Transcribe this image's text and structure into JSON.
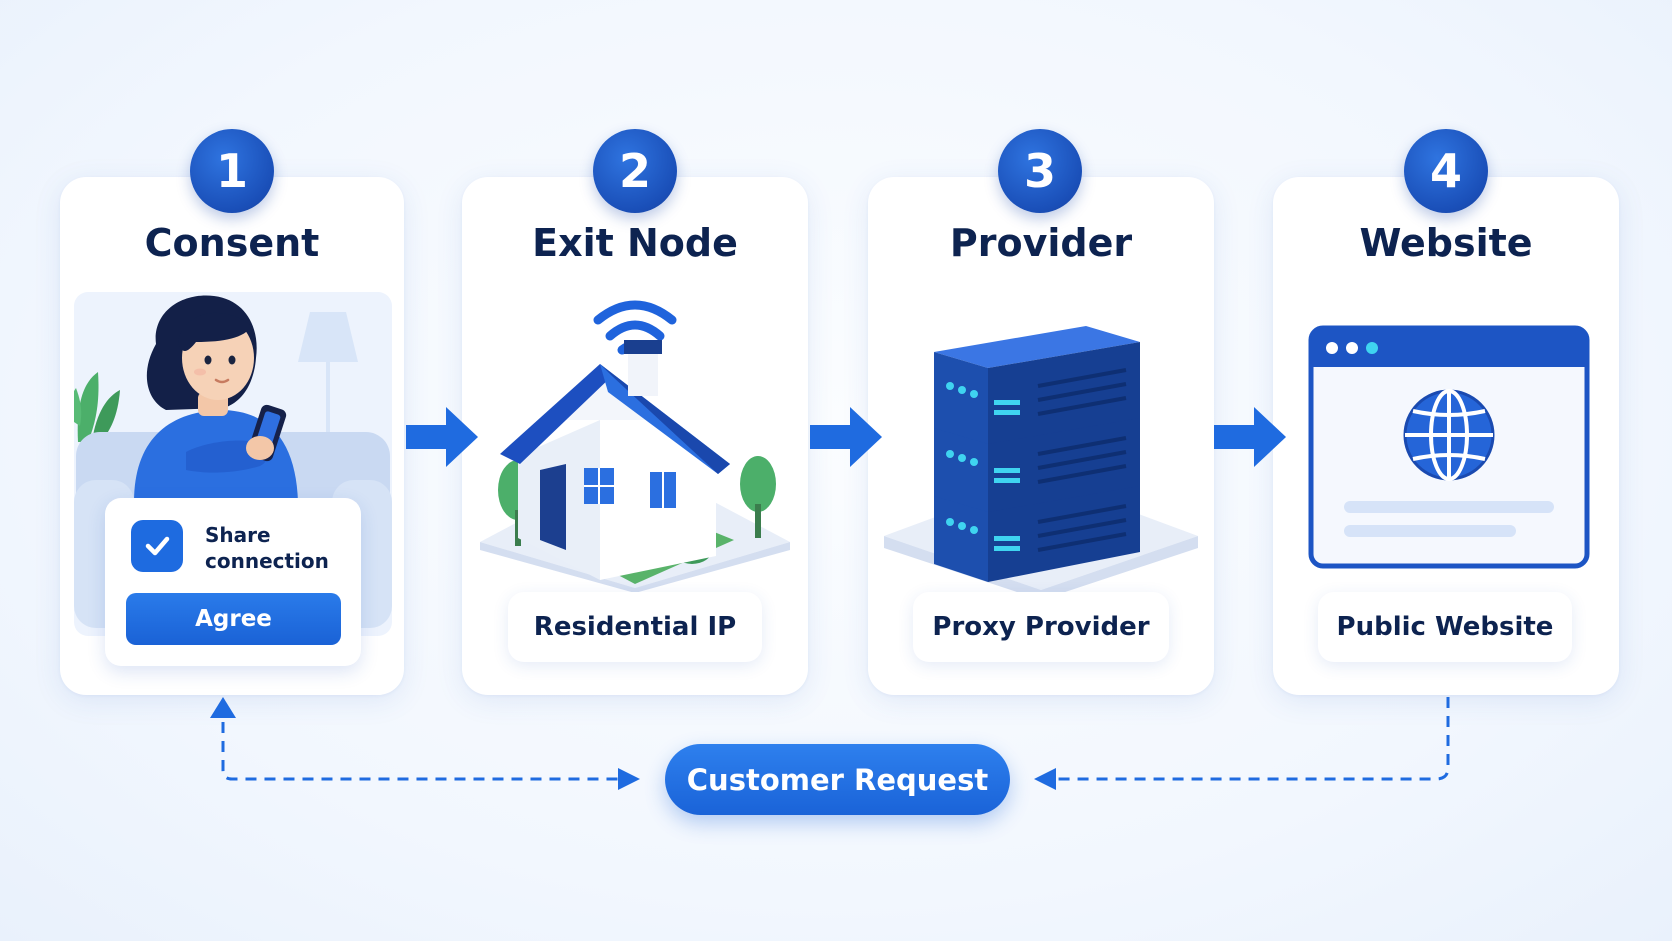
{
  "steps": [
    {
      "number": "1",
      "title": "Consent"
    },
    {
      "number": "2",
      "title": "Exit Node",
      "label": "Residential IP"
    },
    {
      "number": "3",
      "title": "Provider",
      "label": "Proxy Provider"
    },
    {
      "number": "4",
      "title": "Website",
      "label": "Public Website"
    }
  ],
  "consent_dialog": {
    "text": "Share connection",
    "button": "Agree"
  },
  "customer_request": "Customer Request",
  "colors": {
    "primary": "#1e6be0",
    "dark_navy": "#0d2350",
    "server": "#1d4fae",
    "accent_cyan": "#3fd4f0"
  },
  "icons": [
    "person-with-phone-icon",
    "checkbox-icon",
    "wifi-icon",
    "house-icon",
    "server-stack-icon",
    "browser-window-icon",
    "globe-icon",
    "arrow-right-icon"
  ]
}
